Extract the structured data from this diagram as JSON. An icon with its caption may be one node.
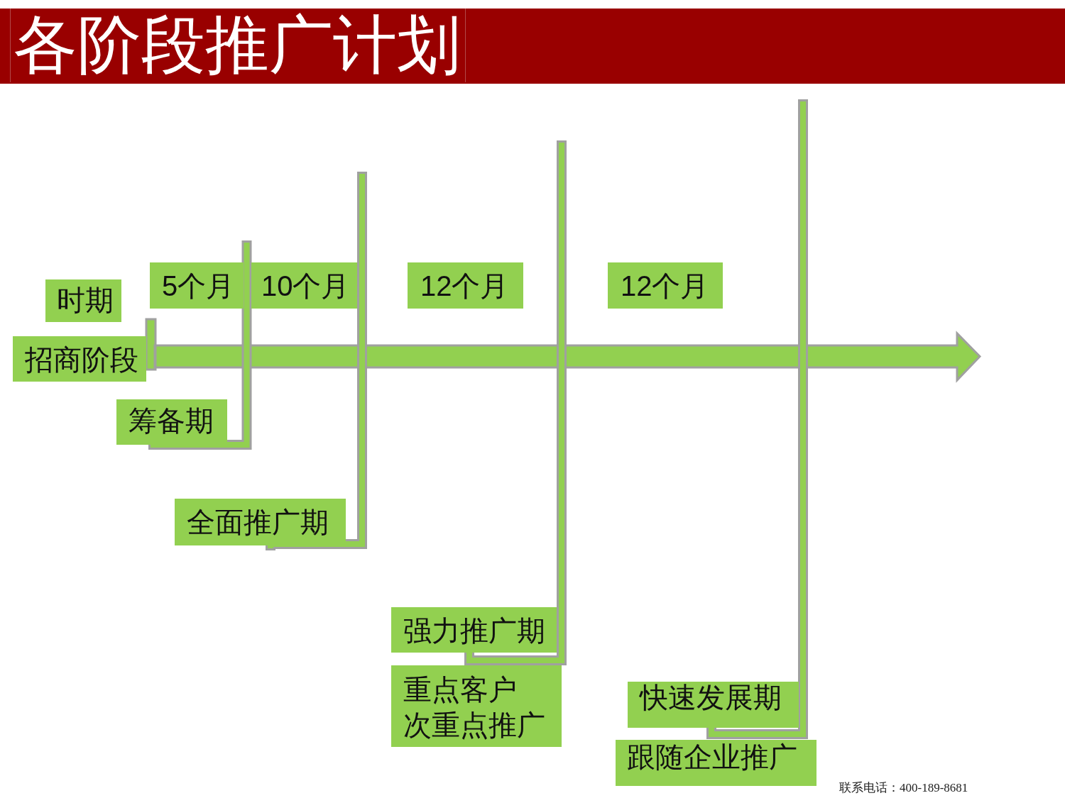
{
  "diagram": {
    "title": "各阶段推广计划",
    "nodes": [
      {
        "text": [
          "时期"
        ]
      },
      {
        "text": [
          "招商阶段"
        ]
      },
      {
        "text": [
          "5个月"
        ]
      },
      {
        "text": [
          "10个月"
        ]
      },
      {
        "text": [
          "12个月"
        ]
      },
      {
        "text": [
          "12个月"
        ]
      },
      {
        "text": [
          "筹备期"
        ]
      },
      {
        "text": [
          "全面推广期"
        ]
      },
      {
        "text": [
          "强力推广期"
        ]
      },
      {
        "text": [
          "重点客户",
          "次重点推广"
        ]
      },
      {
        "text": [
          "快速发展期"
        ]
      },
      {
        "text": [
          "跟随企业推广"
        ]
      }
    ],
    "edges": [
      {
        "from": 1,
        "to": null,
        "arrow": "to"
      },
      {
        "from": 6,
        "to": null,
        "arrow": "none"
      },
      {
        "from": 7,
        "to": null,
        "arrow": "none"
      },
      {
        "from": 8,
        "to": null,
        "arrow": "none"
      },
      {
        "from": 10,
        "to": null,
        "arrow": "none"
      }
    ],
    "labels": [
      "联系电话：400-189-8681"
    ]
  }
}
